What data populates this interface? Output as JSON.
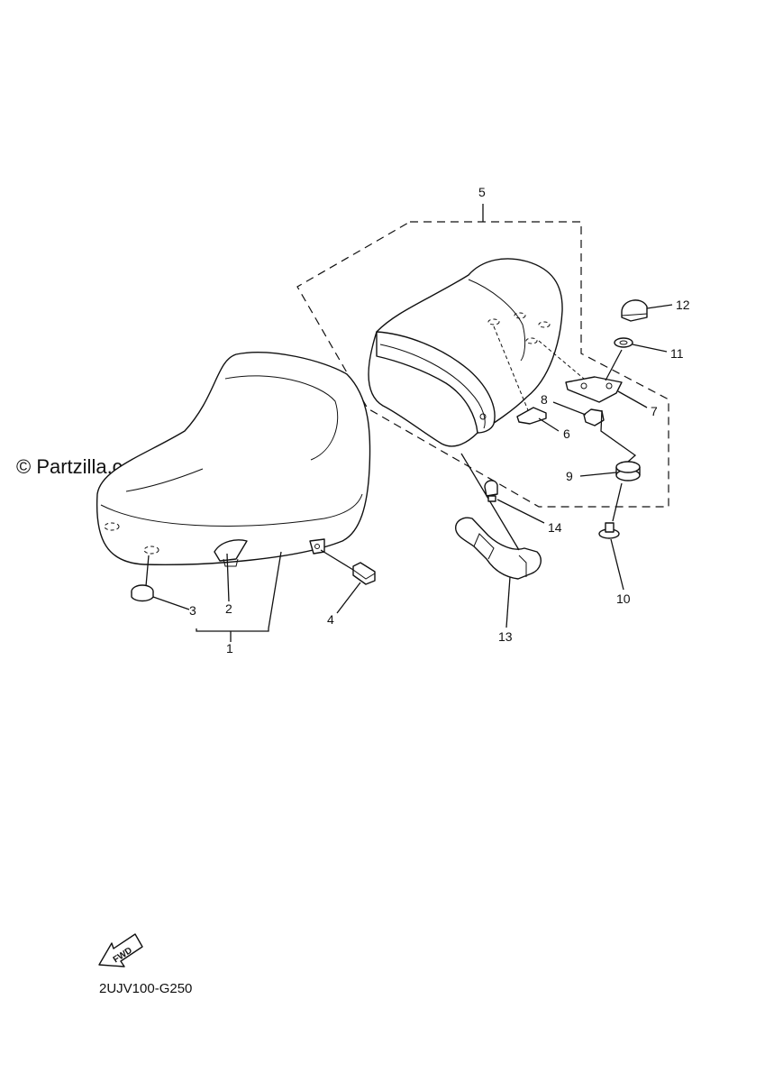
{
  "watermark": "© Partzilla.com",
  "diagram_code": "2UJV100-G250",
  "fwd_label": "FWD",
  "callouts": [
    "1",
    "2",
    "3",
    "4",
    "5",
    "6",
    "7",
    "8",
    "9",
    "10",
    "11",
    "12",
    "13",
    "14"
  ]
}
